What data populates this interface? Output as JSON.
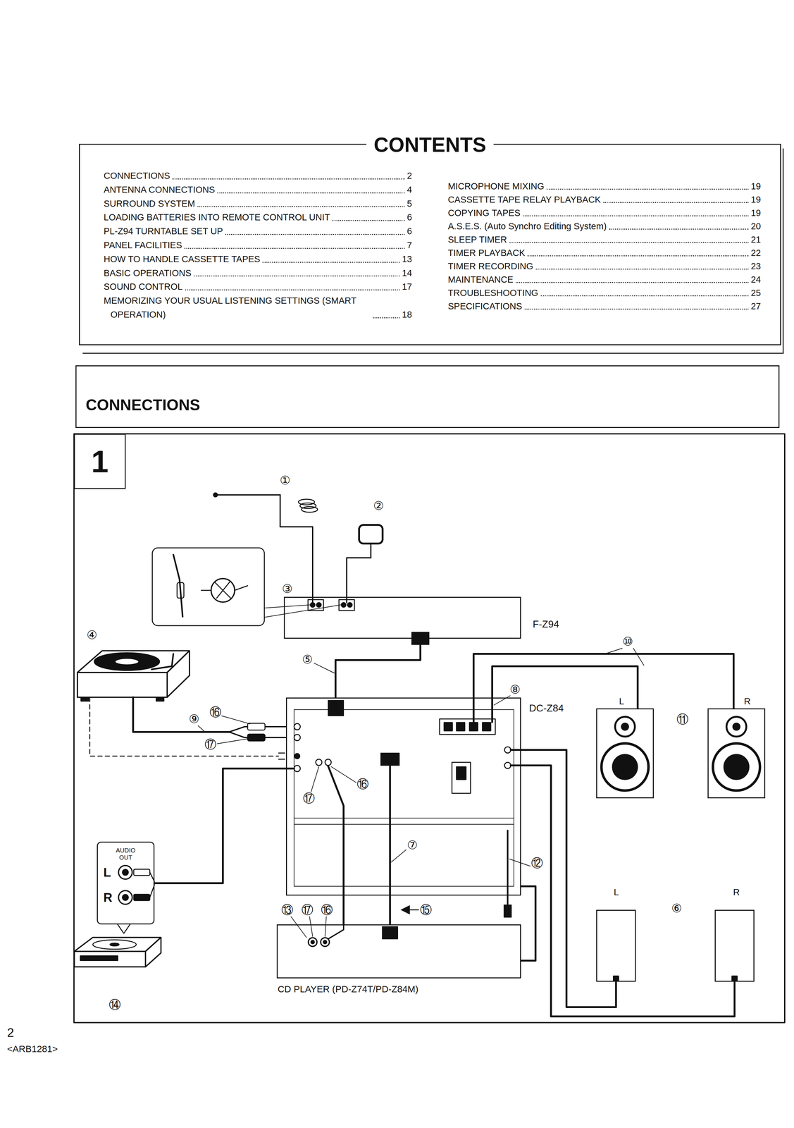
{
  "diagram": {
    "nodes": [
      {
        "text": [
          "CONTENTS",
          "CONNECTIONS",
          "2",
          "ANTENNA CONNECTIONS",
          "4",
          "SURROUND SYSTEM",
          "5",
          "LOADING BATTERIES INTO REMOTE CONTROL UNIT",
          "6",
          "PL-Z94 TURNTABLE SET UP",
          "6",
          "PANEL FACILITIES",
          "7",
          "HOW TO HANDLE CASSETTE TAPES",
          "13",
          "BASIC OPERATIONS",
          "14",
          "SOUND CONTROL",
          "17",
          "MEMORIZING YOUR USUAL LISTENING SETTINGS (SMART OPERATION)",
          "18",
          "MICROPHONE MIXING",
          "19",
          "CASSETTE TAPE RELAY PLAYBACK",
          "19",
          "COPYING TAPES",
          "19",
          "A.S.E.S. (Auto Synchro Editing System)",
          "20",
          "SLEEP TIMER",
          "21",
          "TIMER PLAYBACK",
          "22",
          "TIMER RECORDING",
          "23",
          "MAINTENANCE",
          "24",
          "TROUBLESHOOTING",
          "25",
          "SPECIFICATIONS",
          "27"
        ]
      },
      {
        "text": [
          "CONNECTIONS"
        ]
      },
      {
        "text": [
          "1"
        ]
      },
      {
        "text": [
          "F-Z94"
        ]
      },
      {
        "text": [
          "DC-Z84"
        ]
      },
      {
        "text": [
          "CD PLAYER (PD-Z74T/PD-Z84M)"
        ]
      },
      {
        "text": [
          "L"
        ]
      },
      {
        "text": [
          "R"
        ]
      },
      {
        "text": [
          "L"
        ]
      },
      {
        "text": [
          "R"
        ]
      },
      {
        "text": [
          "AUDIO OUT",
          "L",
          "R"
        ]
      }
    ],
    "edges": [
      {
        "from": 3,
        "to": 4,
        "arrow": "none"
      },
      {
        "from": 4,
        "to": 6,
        "arrow": "none"
      },
      {
        "from": 4,
        "to": 7,
        "arrow": "none"
      },
      {
        "from": 4,
        "to": 8,
        "arrow": "none"
      },
      {
        "from": 4,
        "to": 9,
        "arrow": "none"
      },
      {
        "from": 4,
        "to": 5,
        "arrow": "none"
      },
      {
        "from": 4,
        "to": 5,
        "arrow": "none"
      },
      {
        "from": 10,
        "to": 4,
        "arrow": "none"
      },
      {
        "from": 5,
        "to": 4,
        "arrow": "none"
      }
    ],
    "labels": [
      "①",
      "②",
      "③",
      "④",
      "⑤",
      "⑥",
      "⑦",
      "⑧",
      "⑨",
      "⑩",
      "⑪",
      "⑫",
      "⑬",
      "⑭",
      "⑮",
      "⑯",
      "⑯",
      "⑯",
      "⑰",
      "⑰",
      "⑰",
      "2",
      "<ARB1281>"
    ]
  }
}
